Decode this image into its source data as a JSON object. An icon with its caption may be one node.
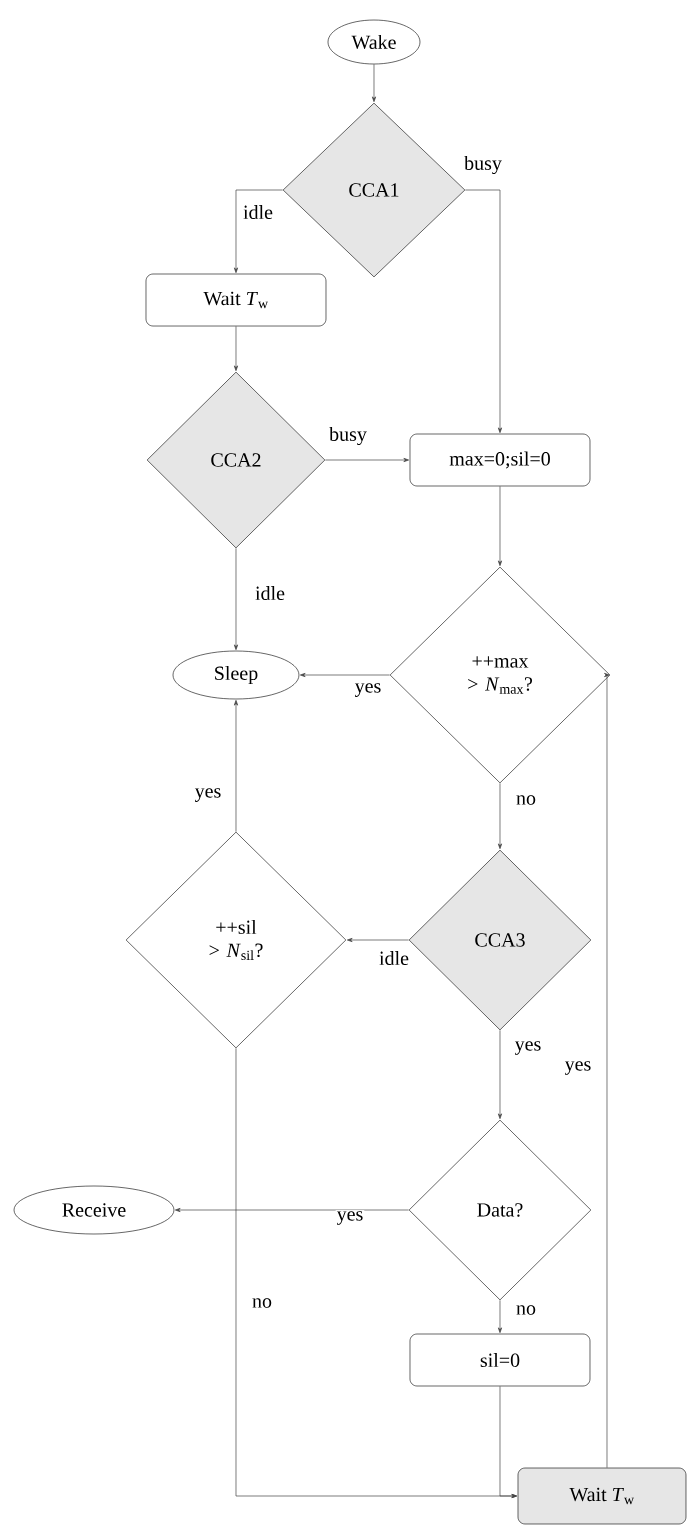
{
  "diagram": {
    "nodes": [
      {
        "text": [
          "Wake"
        ]
      },
      {
        "text": [
          "CCA1"
        ]
      },
      {
        "text": [
          "Wait *T*$_{w}$"
        ]
      },
      {
        "text": [
          "CCA2"
        ]
      },
      {
        "text": [
          "max=0;sil=0"
        ]
      },
      {
        "text": [
          "++max > *N*$_{max}$?"
        ]
      },
      {
        "text": [
          "Sleep"
        ]
      },
      {
        "text": [
          "++sil > *N*$_{sil}$?"
        ]
      },
      {
        "text": [
          "CCA3"
        ]
      },
      {
        "text": [
          "Receive"
        ]
      },
      {
        "text": [
          "Data?"
        ]
      },
      {
        "text": [
          "sil=0"
        ]
      },
      {
        "text": [
          "Wait *T*$_{w}$"
        ]
      }
    ],
    "edges": [
      {
        "from": 0,
        "to": 1,
        "arrow": "to"
      },
      {
        "from": 1,
        "to": 2,
        "arrow": "to",
        "label": "idle"
      },
      {
        "from": 1,
        "to": 4,
        "arrow": "to",
        "label": "busy"
      },
      {
        "from": 2,
        "to": 3,
        "arrow": "to"
      },
      {
        "from": 3,
        "to": 4,
        "arrow": "to",
        "label": "busy"
      },
      {
        "from": 3,
        "to": 6,
        "arrow": "to",
        "label": "idle"
      },
      {
        "from": 4,
        "to": 5,
        "arrow": "to"
      },
      {
        "from": 5,
        "to": 6,
        "arrow": "to",
        "label": "yes"
      },
      {
        "from": 5,
        "to": 8,
        "arrow": "to",
        "label": "no"
      },
      {
        "from": 8,
        "to": 7,
        "arrow": "to",
        "label": "idle"
      },
      {
        "from": 8,
        "to": 10,
        "arrow": "to",
        "label": "yes"
      },
      {
        "from": 7,
        "to": 6,
        "arrow": "to",
        "label": "yes"
      },
      {
        "from": 7,
        "to": 12,
        "arrow": "to",
        "label": "no"
      },
      {
        "from": 10,
        "to": 9,
        "arrow": "to",
        "label": "yes"
      },
      {
        "from": 10,
        "to": 11,
        "arrow": "to",
        "label": "no"
      },
      {
        "from": 11,
        "to": 12,
        "arrow": "to"
      },
      {
        "from": 12,
        "to": 5,
        "arrow": "to",
        "label": "yes"
      }
    ]
  }
}
